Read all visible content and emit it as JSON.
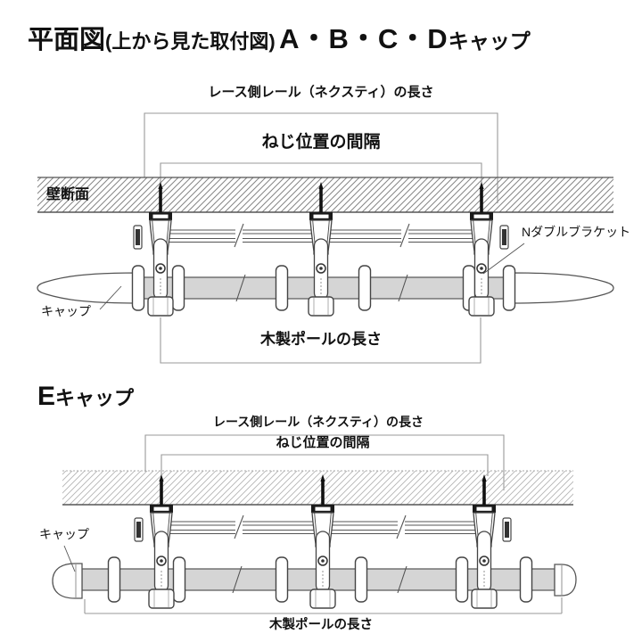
{
  "colors": {
    "line": "#444444",
    "dark": "#111111",
    "dim_line": "#999999",
    "pole_fill": "#d5d5d5",
    "hatch_dark": "#858585",
    "hatch_light": "#b5b5b5",
    "text": "#111111",
    "background": "#ffffff"
  },
  "title": {
    "main": "平面図",
    "paren": "(上から見た取付図)",
    "caps": "A・B・C・D",
    "caps_suffix": "キャップ"
  },
  "diagram_abcd": {
    "rail_length_label": "レース側レール（ネクスティ）の長さ",
    "screw_spacing_label": "ねじ位置の間隔",
    "wall_label": "壁断面",
    "bracket_label": "Nダブルブラケット",
    "cap_label": "キャップ",
    "pole_length_label": "木製ポールの長さ"
  },
  "diagram_e": {
    "title_main": "E",
    "title_suffix": "キャップ",
    "rail_length_label": "レース側レール（ネクスティ）の長さ",
    "screw_spacing_label": "ねじ位置の間隔",
    "cap_label": "キャップ",
    "pole_length_label": "木製ポールの長さ"
  }
}
